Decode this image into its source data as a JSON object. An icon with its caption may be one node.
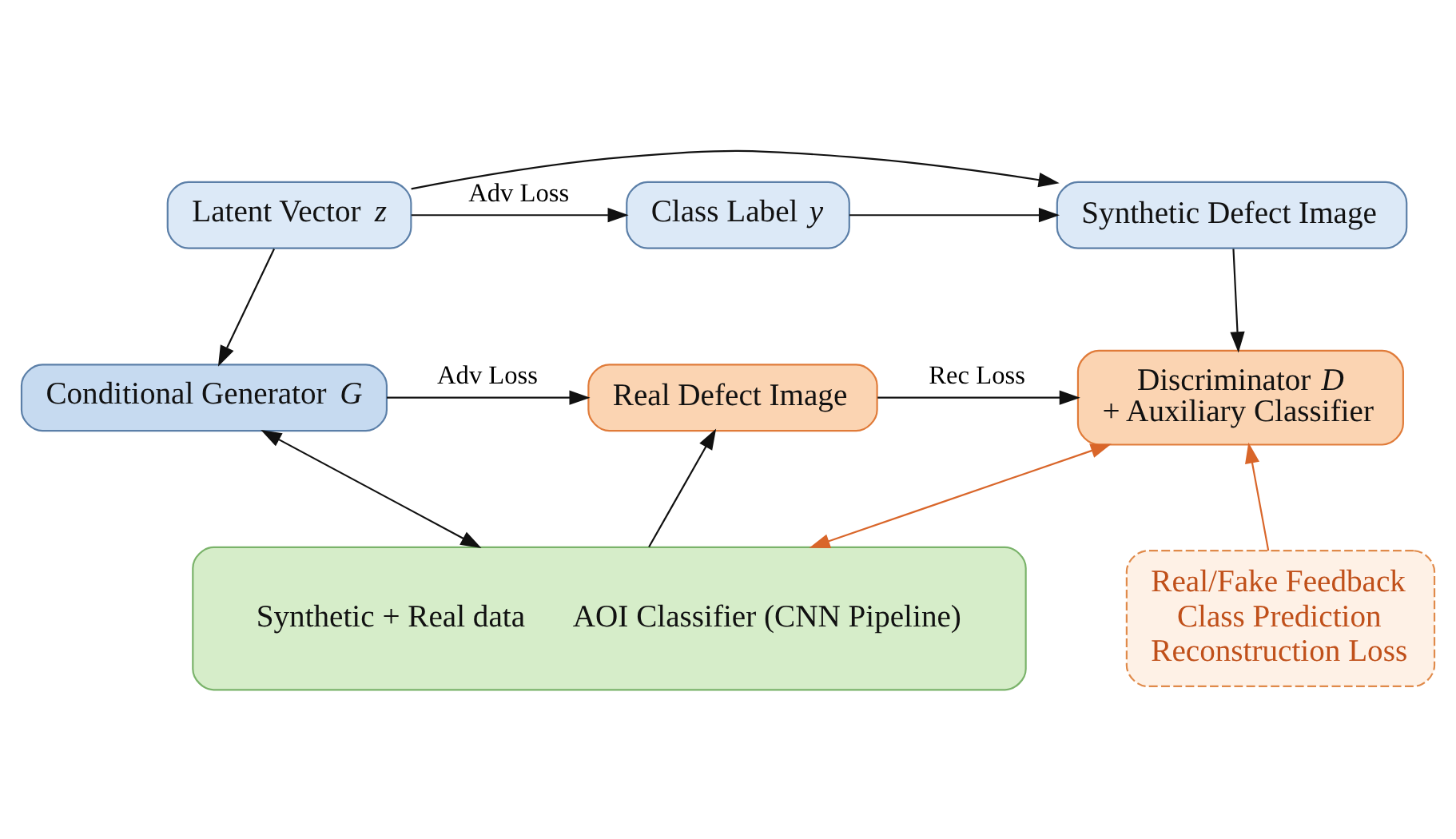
{
  "diagram": {
    "nodes": [
      {
        "text": [
          "Latent Vector *z*"
        ]
      },
      {
        "text": [
          "Class Label *y*"
        ]
      },
      {
        "text": [
          "Synthetic Defect Image"
        ]
      },
      {
        "text": [
          "Conditional Generator *G*"
        ]
      },
      {
        "text": [
          "Real Defect Image"
        ]
      },
      {
        "text": [
          "Discriminator *D* + Auxiliary Classifier"
        ]
      },
      {
        "text": [
          "Synthetic + Real data",
          "AOI Classifier (CNN Pipeline)"
        ]
      },
      {
        "text": [
          "Real/Fake Feedback",
          "Class Prediction",
          "Reconstruction Loss"
        ]
      }
    ],
    "edges": [
      {
        "from": 0,
        "to": 2,
        "arrow": "to"
      },
      {
        "from": 0,
        "to": 1,
        "arrow": "to",
        "label": "Adv Loss"
      },
      {
        "from": 1,
        "to": 2,
        "arrow": "to"
      },
      {
        "from": 0,
        "to": 3,
        "arrow": "to"
      },
      {
        "from": 2,
        "to": 5,
        "arrow": "to"
      },
      {
        "from": 3,
        "to": 4,
        "arrow": "to",
        "label": "Adv Loss"
      },
      {
        "from": 4,
        "to": 5,
        "arrow": "to",
        "label": "Rec Loss"
      },
      {
        "from": 3,
        "to": 6,
        "arrow": "both"
      },
      {
        "from": 6,
        "to": 4,
        "arrow": "to"
      },
      {
        "from": 6,
        "to": 5,
        "arrow": "both",
        "color": "#d9662a"
      },
      {
        "from": 7,
        "to": 5,
        "arrow": "to",
        "color": "#d9662a"
      }
    ]
  }
}
